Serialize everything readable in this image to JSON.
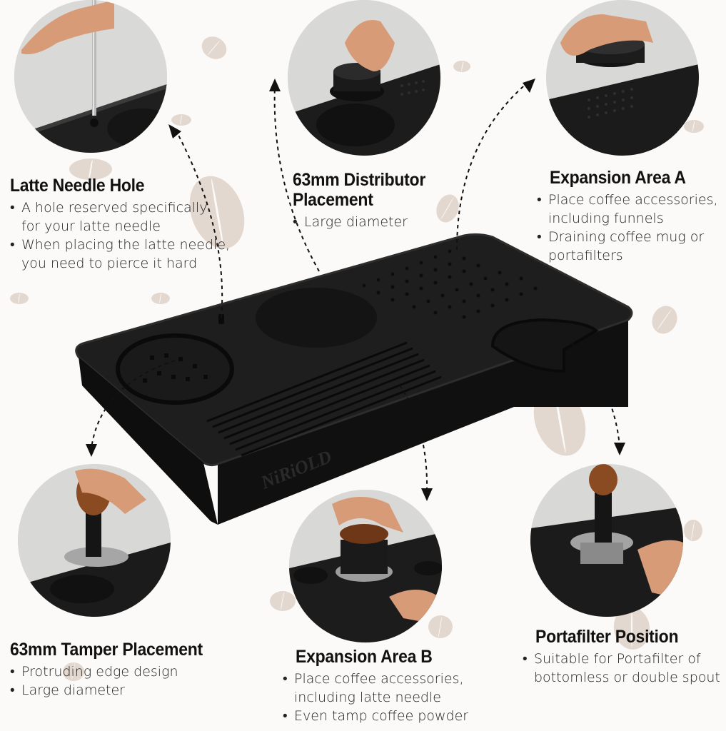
{
  "product": {
    "brand_label": "NiRiOLD",
    "colors": {
      "background": "#fbfaf8",
      "mat": "#161616",
      "bean_accent": "#e3d8cf",
      "text": "#1a1a1a"
    }
  },
  "features": [
    {
      "id": "latte-needle-hole",
      "title": "Latte Needle Hole",
      "bullets": [
        "A hole reserved specifically\nfor your latte needle",
        "When placing the latte needle,\nyou need to pierce it hard"
      ]
    },
    {
      "id": "distributor-placement",
      "title": "63mm Distributor\nPlacement",
      "bullets": [
        "Large diameter"
      ]
    },
    {
      "id": "expansion-area-a",
      "title": "Expansion Area A",
      "bullets": [
        "Place coffee accessories,\nincluding funnels",
        "Draining coffee mug or\nportafilters"
      ]
    },
    {
      "id": "tamper-placement",
      "title": "63mm Tamper Placement",
      "bullets": [
        "Protruding edge design",
        "Large diameter"
      ]
    },
    {
      "id": "expansion-area-b",
      "title": "Expansion Area B",
      "bullets": [
        "Place coffee accessories,\nincluding latte needle",
        "Even tamp coffee powder"
      ]
    },
    {
      "id": "portafilter-position",
      "title": "Portafilter Position",
      "bullets": [
        "Suitable for Portafilter of\nbottomless or double spout"
      ]
    }
  ]
}
